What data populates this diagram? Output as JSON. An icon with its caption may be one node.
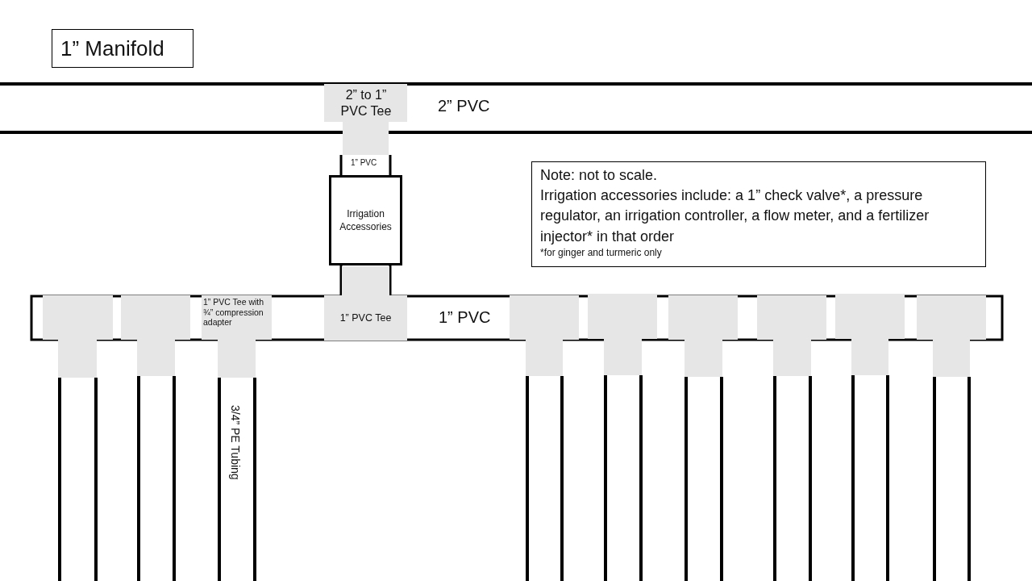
{
  "diagram": {
    "title": "1” Manifold",
    "nodes": [
      {
        "text": [
          "2” to 1” PVC Tee"
        ]
      },
      {
        "text": [
          "Irrigation Accessories"
        ]
      },
      {
        "text": [
          "Note: not to scale.",
          "Irrigation accessories include: a 1” check valve*, a pressure regulator, an irrigation controller, a flow meter, and a fertilizer injector* in that order",
          "*for ginger and turmeric only"
        ]
      },
      {
        "text": [],
        "shape": "tee"
      },
      {
        "text": [],
        "shape": "tee"
      },
      {
        "text": [
          "1” PVC Tee with ¾” compression adapter"
        ]
      },
      {
        "text": [
          "1” PVC Tee"
        ]
      },
      {
        "text": [],
        "shape": "tee"
      },
      {
        "text": [],
        "shape": "tee"
      },
      {
        "text": [],
        "shape": "tee"
      },
      {
        "text": [],
        "shape": "tee"
      },
      {
        "text": [],
        "shape": "tee"
      },
      {
        "text": [],
        "shape": "tee"
      }
    ],
    "edges": [
      {
        "from": 0,
        "to": 1,
        "arrow": "none"
      },
      {
        "from": 1,
        "to": 6,
        "arrow": "none"
      }
    ],
    "labels": [
      "2” PVC",
      "1” PVC",
      "1” PVC",
      "3/4” PE Tubing"
    ]
  }
}
